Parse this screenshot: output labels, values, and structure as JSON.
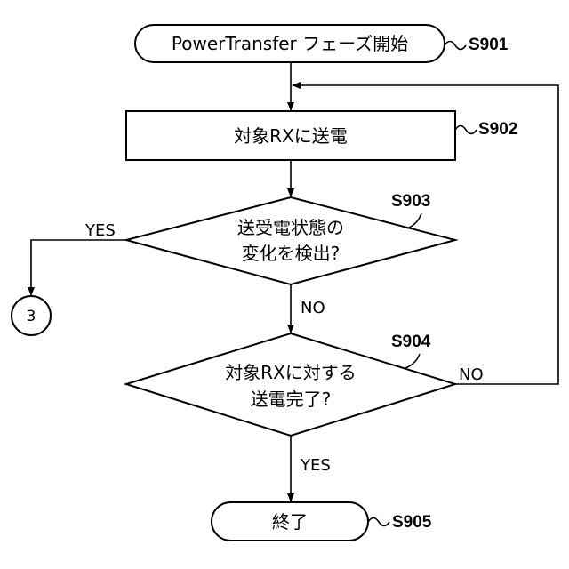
{
  "flowchart": {
    "start": {
      "label": "PowerTransfer フェーズ開始",
      "step": "S901"
    },
    "send": {
      "label": "対象RXに送電",
      "step": "S902"
    },
    "detect": {
      "line1": "送受電状態の",
      "line2": "変化を検出?",
      "step": "S903",
      "yes": "YES",
      "no": "NO"
    },
    "complete": {
      "line1": "対象RXに対する",
      "line2": "送電完了?",
      "step": "S904",
      "yes": "YES",
      "no": "NO"
    },
    "end": {
      "label": "終了",
      "step": "S905"
    },
    "connector": {
      "label": "3"
    }
  }
}
